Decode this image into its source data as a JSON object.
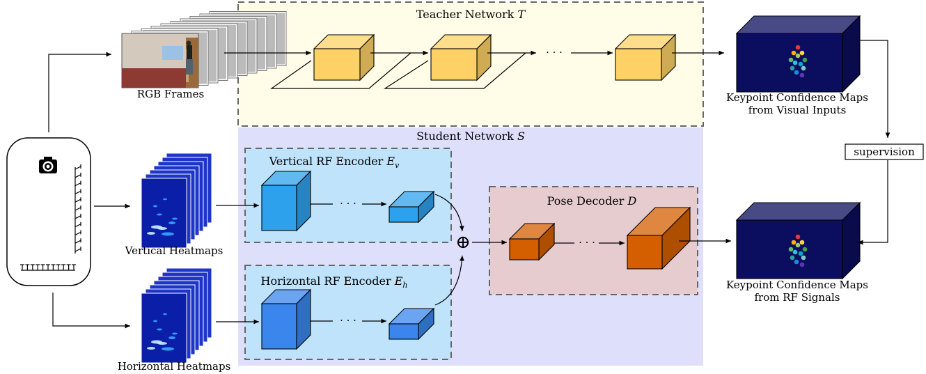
{
  "teacher": {
    "title": "Teacher Network",
    "symbol": "T"
  },
  "student": {
    "title": "Student Network",
    "symbol": "S"
  },
  "vertical_encoder": {
    "title": "Vertical RF Encoder",
    "symbol": "E",
    "subscript": "v"
  },
  "horizontal_encoder": {
    "title": "Horizontal RF Encoder",
    "symbol": "E",
    "subscript": "h"
  },
  "pose_decoder": {
    "title": "Pose Decoder",
    "symbol": "D"
  },
  "labels": {
    "rgb_frames": "RGB Frames",
    "vertical_heatmaps": "Vertical Heatmaps",
    "horizontal_heatmaps": "Horizontal Heatmaps",
    "kcm_visual_line1": "Keypoint Confidence Maps",
    "kcm_visual_line2": "from Visual Inputs",
    "kcm_rf_line1": "Keypoint Confidence Maps",
    "kcm_rf_line2": "from RF Signals",
    "supervision": "supervision",
    "dots": "· · ·",
    "oplus": "⊕"
  },
  "colors": {
    "teacher_bg": "#fffde8",
    "student_bg": "#dedffb",
    "encoder_bg": "#bee3fb",
    "decoder_bg": "#e6cccf",
    "teacher_block": "#fdd166",
    "vertical_block": "#2ea1ec",
    "horizontal_block": "#3a86ec",
    "decoder_block": "#d45f00",
    "confidence_map": "#0b0d5e",
    "heatmap": "#0a1ea8"
  }
}
